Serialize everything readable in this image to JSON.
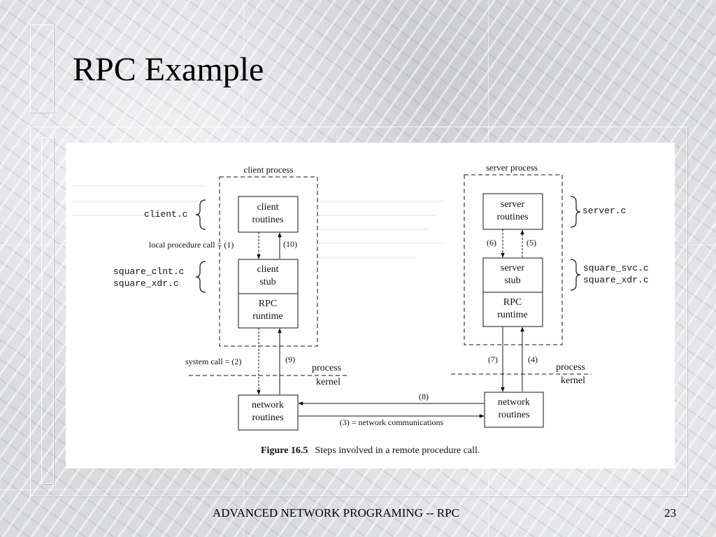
{
  "slide": {
    "title": "RPC Example",
    "footer": "ADVANCED NETWORK PROGRAMING --  RPC",
    "page_number": "23"
  },
  "diagram": {
    "client_process_label": "client process",
    "server_process_label": "server process",
    "client_routines": [
      "client",
      "routines"
    ],
    "client_stub": [
      "client",
      "stub"
    ],
    "client_runtime": [
      "RPC",
      "runtime"
    ],
    "server_routines": [
      "server",
      "routines"
    ],
    "server_stub": [
      "server",
      "stub"
    ],
    "server_runtime": [
      "RPC",
      "runtime"
    ],
    "client_network": [
      "network",
      "routines"
    ],
    "server_network": [
      "network",
      "routines"
    ],
    "client_c_file": "client.c",
    "client_stub_files": [
      "square_clnt.c",
      "square_xdr.c"
    ],
    "server_c_file": "server.c",
    "server_stub_files": [
      "square_svc.c",
      "square_xdr.c"
    ],
    "label_local_call": "local procedure call = (1)",
    "label_10": "(10)",
    "label_system_call": "system call = (2)",
    "label_9": "(9)",
    "label_6": "(6)",
    "label_5": "(5)",
    "label_7": "(7)",
    "label_4": "(4)",
    "label_8": "(8)",
    "label_network_comm": "(3) = network communications",
    "process_word": "process",
    "kernel_word": "kernel",
    "caption_figure": "Figure 16.5",
    "caption_text": "Steps involved in a remote procedure call."
  }
}
